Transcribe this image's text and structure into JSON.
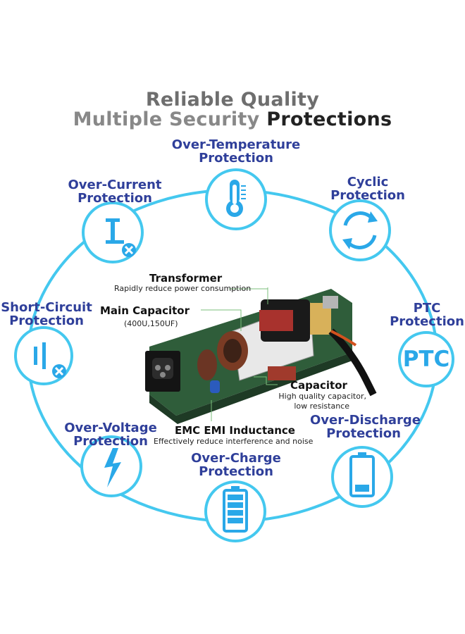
{
  "header": {
    "line1": "Reliable Quality",
    "line2_prefix": "Multiple Security ",
    "line2_suffix": "Protections"
  },
  "protections": [
    {
      "line1": "Over-Temperature",
      "line2": "Protection",
      "icon": "thermometer-icon"
    },
    {
      "line1": "Cyclic",
      "line2": "Protection",
      "icon": "cycle-arrows-icon"
    },
    {
      "line1": "PTC",
      "line2": "Protection",
      "icon": "ptc-icon",
      "badge": "PTC"
    },
    {
      "line1": "Over-Discharge",
      "line2": "Protection",
      "icon": "battery-low-icon"
    },
    {
      "line1": "Over-Charge",
      "line2": "Protection",
      "icon": "battery-full-icon"
    },
    {
      "line1": "Over-Voltage",
      "line2": "Protection",
      "icon": "lightning-icon"
    },
    {
      "line1": "Short-Circuit",
      "line2": "Protection",
      "icon": "short-circuit-icon"
    },
    {
      "line1": "Over-Current",
      "line2": "Protection",
      "icon": "current-icon"
    }
  ],
  "callouts": {
    "transformer": {
      "title": "Transformer",
      "sub": "Rapidly reduce power consumption"
    },
    "main_capacitor": {
      "title": "Main Capacitor",
      "sub": "(400U,150UF)"
    },
    "capacitor": {
      "title": "Capacitor",
      "sub1": "High quality capacitor,",
      "sub2": "low resistance"
    },
    "emi": {
      "title": "EMC EMI Inductance",
      "sub": "Effectively reduce interference and noise"
    }
  },
  "colors": {
    "ring": "#3fc7ee",
    "icon": "#2aa8e8",
    "label": "#2f3f9a"
  }
}
